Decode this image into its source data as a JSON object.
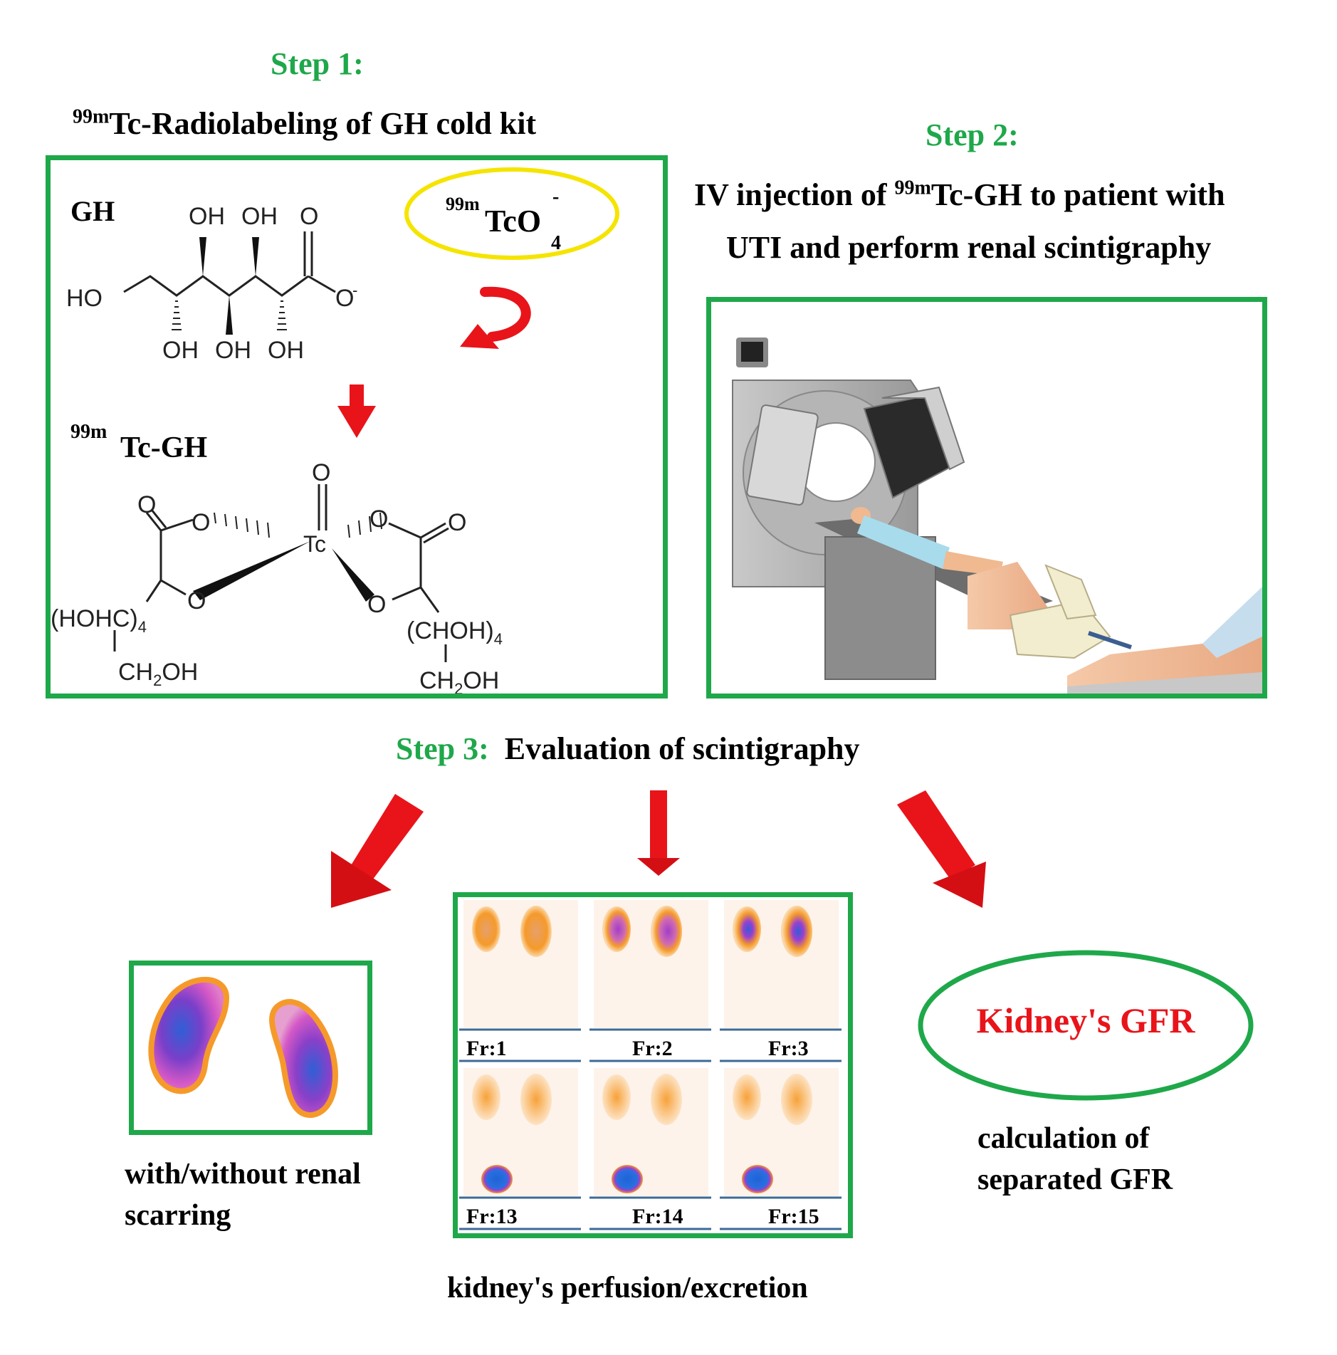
{
  "step1": {
    "label": "Step 1:",
    "title_isotope": "99m",
    "title_text": "Tc-Radiolabeling of GH cold kit",
    "gh_label": "GH",
    "pertechnetate_isotope": "99m",
    "pertechnetate_formula": "TcO",
    "pertechnetate_subscript": "4",
    "pertechnetate_charge": "-",
    "product_isotope": "99m",
    "product_label": "Tc-GH",
    "gh_atoms": {
      "ho": "HO",
      "oh": "OH",
      "o": "O",
      "o_minus": "O",
      "minus": "-"
    },
    "complex_atoms": {
      "tc": "Tc",
      "o": "O",
      "left_chain": "(HOHC)",
      "left_chain_sub": "4",
      "right_chain": "(CHOH)",
      "right_chain_sub": "4",
      "ch2oh_c": "CH",
      "ch2oh_sub": "2",
      "ch2oh_oh": "OH"
    }
  },
  "step2": {
    "label": "Step 2:",
    "line1_pre": "IV injection of ",
    "line1_isotope": "99m",
    "line1_post": "Tc-GH to patient with",
    "line2": "UTI and perform renal scintigraphy",
    "illustration": "gamma-camera-scanner-with-patient-and-iv-injection"
  },
  "step3": {
    "label": "Step 3:",
    "title": "Evaluation of scintigraphy",
    "outcomes": {
      "scarring": {
        "caption_line1": "with/without renal",
        "caption_line2": "scarring"
      },
      "perfusion": {
        "caption": "kidney's perfusion/excretion",
        "frames": [
          {
            "label": "Fr:1",
            "phase": "perfusion"
          },
          {
            "label": "Fr:2",
            "phase": "perfusion"
          },
          {
            "label": "Fr:3",
            "phase": "perfusion"
          },
          {
            "label": "Fr:13",
            "phase": "excretion"
          },
          {
            "label": "Fr:14",
            "phase": "excretion"
          },
          {
            "label": "Fr:15",
            "phase": "excretion"
          }
        ]
      },
      "gfr": {
        "ellipse_text": "Kidney's GFR",
        "caption_line1": "calculation of",
        "caption_line2": "separated GFR"
      }
    }
  },
  "colors": {
    "green": "#1fa84a",
    "red_arrow": "#e8141a",
    "yellow_ellipse": "#f5e400",
    "gfr_text": "#e8141a"
  }
}
